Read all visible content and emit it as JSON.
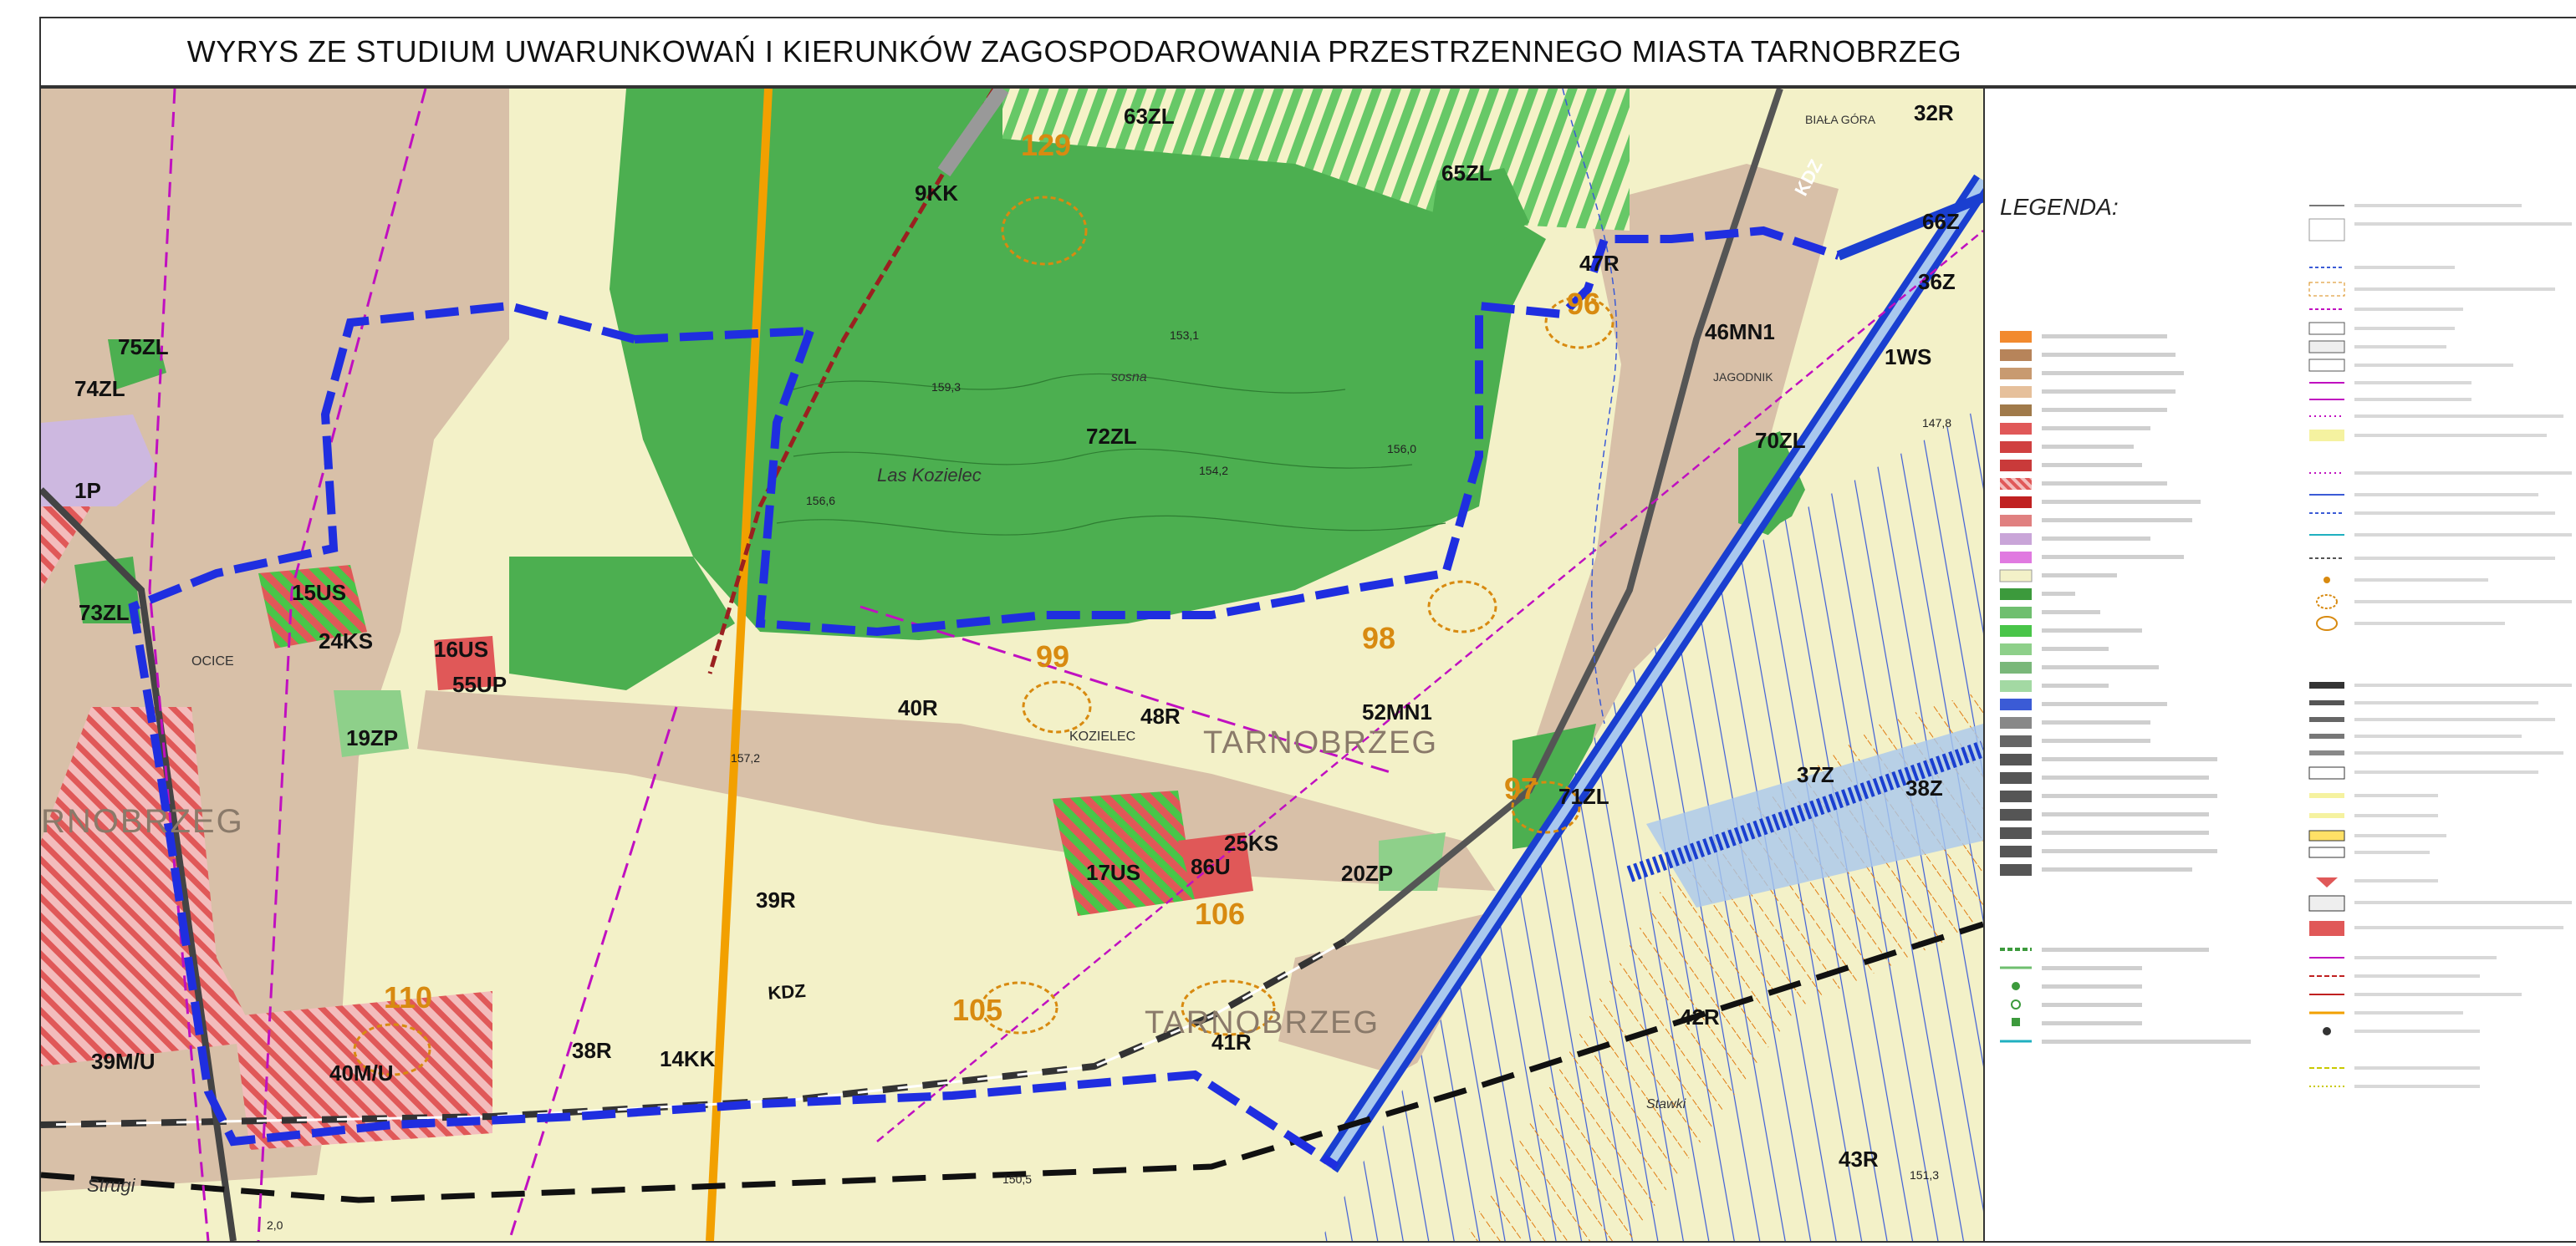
{
  "title": "WYRYS ZE STUDIUM UWARUNKOWAŃ I KIERUNKÓW ZAGOSPODAROWANIA PRZESTRZENNEGO MIASTA TARNOBRZEG",
  "legend": {
    "title": "LEGENDA:"
  },
  "map": {
    "zone_labels": [
      {
        "id": "63ZL",
        "text": "63ZL"
      },
      {
        "id": "65ZL",
        "text": "65ZL"
      },
      {
        "id": "9KK",
        "text": "9KK"
      },
      {
        "id": "72ZL",
        "text": "72ZL"
      },
      {
        "id": "47R",
        "text": "47R"
      },
      {
        "id": "46MN1",
        "text": "46MN1"
      },
      {
        "id": "32R",
        "text": "32R"
      },
      {
        "id": "66Z",
        "text": "66Z"
      },
      {
        "id": "36Z",
        "text": "36Z"
      },
      {
        "id": "1WS",
        "text": "1WS"
      },
      {
        "id": "70ZL",
        "text": "70ZL"
      },
      {
        "id": "75ZL",
        "text": "75ZL"
      },
      {
        "id": "74ZL",
        "text": "74ZL"
      },
      {
        "id": "1P",
        "text": "1P"
      },
      {
        "id": "73ZL",
        "text": "73ZL"
      },
      {
        "id": "15US",
        "text": "15US"
      },
      {
        "id": "24KS",
        "text": "24KS"
      },
      {
        "id": "16US",
        "text": "16US"
      },
      {
        "id": "55UP",
        "text": "55UP"
      },
      {
        "id": "19ZP",
        "text": "19ZP"
      },
      {
        "id": "40R",
        "text": "40R"
      },
      {
        "id": "48R",
        "text": "48R"
      },
      {
        "id": "52MN1",
        "text": "52MN1"
      },
      {
        "id": "71ZL",
        "text": "71ZL"
      },
      {
        "id": "37Z",
        "text": "37Z"
      },
      {
        "id": "38Z",
        "text": "38Z"
      },
      {
        "id": "17US",
        "text": "17US"
      },
      {
        "id": "86U",
        "text": "86U"
      },
      {
        "id": "25KS",
        "text": "25KS"
      },
      {
        "id": "20ZP",
        "text": "20ZP"
      },
      {
        "id": "39R",
        "text": "39R"
      },
      {
        "id": "41R",
        "text": "41R"
      },
      {
        "id": "42R",
        "text": "42R"
      },
      {
        "id": "43R",
        "text": "43R"
      },
      {
        "id": "39MU",
        "text": "39M/U"
      },
      {
        "id": "40MU",
        "text": "40M/U"
      },
      {
        "id": "38R",
        "text": "38R"
      },
      {
        "id": "14KK",
        "text": "14KK"
      }
    ],
    "site_numbers": [
      {
        "id": "129",
        "text": "129"
      },
      {
        "id": "99",
        "text": "99"
      },
      {
        "id": "98",
        "text": "98"
      },
      {
        "id": "110",
        "text": "110"
      },
      {
        "id": "105",
        "text": "105"
      },
      {
        "id": "106",
        "text": "106"
      },
      {
        "id": "96",
        "text": "96"
      },
      {
        "id": "97",
        "text": "97"
      }
    ],
    "place_names": [
      {
        "id": "tarnobrzeg_center",
        "text": "TARNOBRZEG"
      },
      {
        "id": "tarnobrzeg_south",
        "text": "TARNOBRZEG"
      },
      {
        "id": "tarnobrzeg_west",
        "text": "RNOBRZEG"
      },
      {
        "id": "las_kozielec",
        "text": "Las Kozielec"
      },
      {
        "id": "kozielec",
        "text": "KOZIELEC"
      },
      {
        "id": "ocice",
        "text": "OCICE"
      },
      {
        "id": "jagodnik",
        "text": "JAGODNIK"
      },
      {
        "id": "biala_gora",
        "text": "BIAŁA GÓRA"
      },
      {
        "id": "strugi",
        "text": "Strugi"
      },
      {
        "id": "sosna",
        "text": "sosna"
      },
      {
        "id": "stawki",
        "text": "Stawki"
      }
    ],
    "road_labels": [
      {
        "id": "kdz_south",
        "text": "KDZ"
      },
      {
        "id": "kdz_north",
        "text": "KDZ"
      }
    ],
    "elevations": [
      {
        "id": "e1",
        "text": "153,1"
      },
      {
        "id": "e2",
        "text": "159,3"
      },
      {
        "id": "e3",
        "text": "156,6"
      },
      {
        "id": "e4",
        "text": "154,2"
      },
      {
        "id": "e5",
        "text": "156,0"
      },
      {
        "id": "e6",
        "text": "157,2"
      },
      {
        "id": "e7",
        "text": "150,5"
      },
      {
        "id": "e8",
        "text": "151,3"
      },
      {
        "id": "e9",
        "text": "147,8"
      },
      {
        "id": "e10",
        "text": "2,0"
      }
    ]
  },
  "colors": {
    "agricultural": "#f3f1c8",
    "residential": "#d8c0a8",
    "forest": "#4caf50",
    "green": "#8ed08a",
    "services": "#e05858",
    "sport": "#49c549",
    "industry": "#cdb8e0",
    "boundary": "#1f2ee0",
    "road_primary": "#f2a000",
    "railway": "#9a2020",
    "archaeology": "#d88a10",
    "water": "#3b5bd6",
    "powerline": "#c010c0",
    "expressway": "#1a3fd0"
  }
}
